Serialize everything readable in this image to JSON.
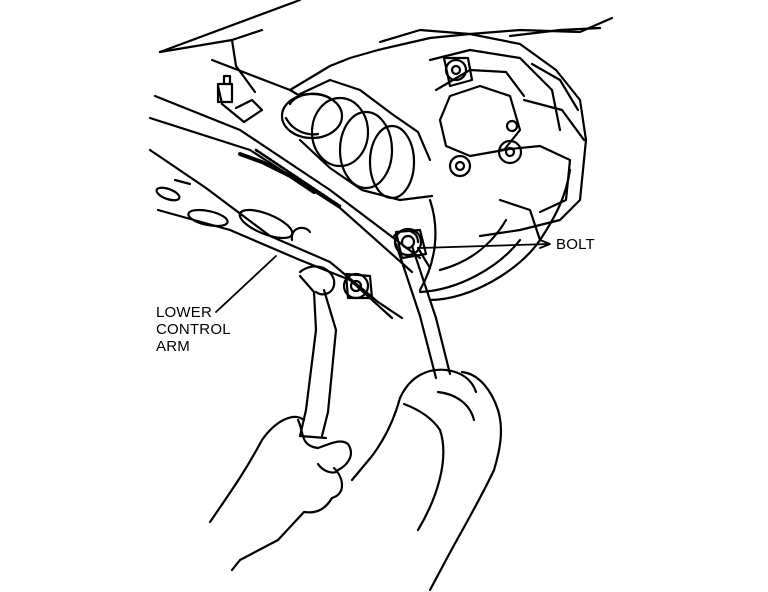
{
  "callouts": {
    "bolt": "BOLT",
    "lower_control_arm": [
      "LOWER",
      "CONTROL",
      "ARM"
    ]
  },
  "colors": {
    "ink": "#000000",
    "paper": "#ffffff"
  }
}
